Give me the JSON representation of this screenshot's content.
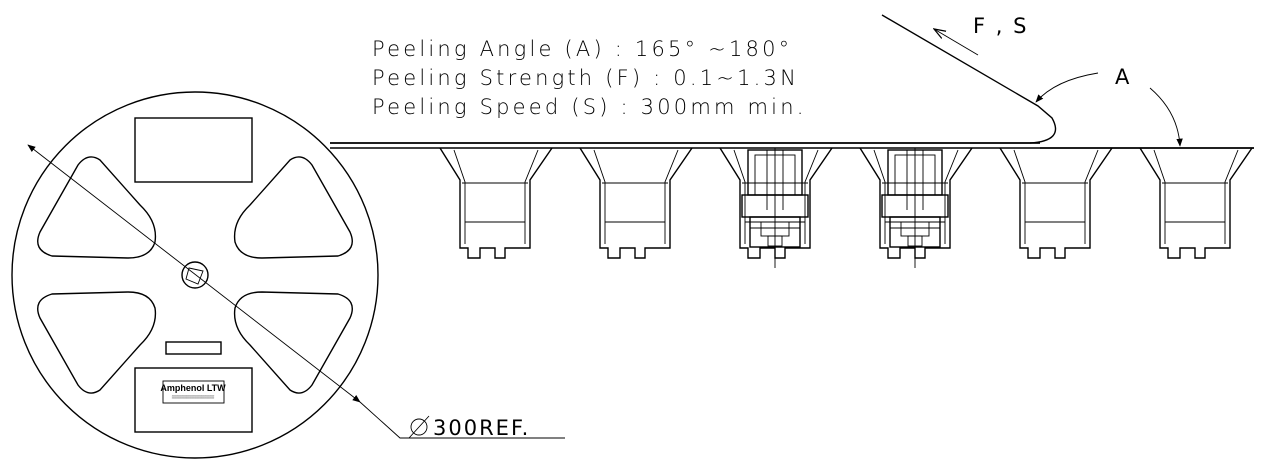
{
  "specs": {
    "peeling_angle": "Peeling Angle (A) : 165° ~180°",
    "peeling_strength": "Peeling Strength (F) : 0.1~1.3N",
    "peeling_speed": "Peeling Speed (S) : 300mm min."
  },
  "labels": {
    "force_speed": "F , S",
    "angle": "A",
    "diameter": "300REF."
  },
  "reel_label": {
    "brand": "Amphenol LTW",
    "fine_print": "▒▒▒▒▒▒▒▒▒▒▒▒▒▒▒▒▒"
  },
  "pockets": {
    "count": 6,
    "with_connector": [
      2,
      3
    ]
  }
}
